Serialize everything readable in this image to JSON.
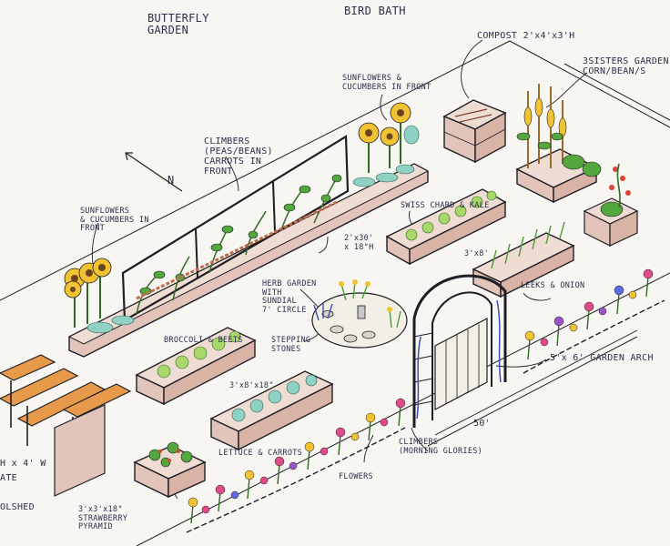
{
  "labels": {
    "butterfly_garden": "BUTTERFLY\nGARDEN",
    "bird_bath": "BIRD BATH",
    "compost": "COMPOST 2'x4'x3'H",
    "three_sisters": "3SISTERS GARDEN\nCORN/BEAN/S",
    "sunflowers_cucumbers_top": "SUNFLOWERS &\nCUCUMBERS IN FRONT",
    "climbers_peas": "CLIMBERS\n(PEAS/BEANS)\nCARROTS IN\nFRONT",
    "north": "N",
    "swiss_chard": "SWISS CHARD & KALE",
    "bed_2x30": "2'x30'\nx 18\"H",
    "sunflowers_left": "SUNFLOWERS\n& CUCUMBERS IN\nFRONT",
    "bed_3x8_right": "3'x8'",
    "leeks_onion": "LEEKS & ONION",
    "herb_garden": "HERB GARDEN\nWITH\nSUNDIAL\n7' CIRCLE",
    "stepping_stones": "STEPPING\nSTONES",
    "broccoli_beets": "BROCCOLI & BEETS",
    "bed_3x8_18": "3'x8'x18\"",
    "garden_arch": "5'x 6' GARDEN ARCH",
    "dim_50": "50'",
    "lettuce_carrots": "LETTUCE & CARROTS",
    "climbers_morning": "CLIMBERS\n(MORNING GLORIES)",
    "flowers": "FLOWERS",
    "strawberry": "3'x3'x18\"\nSTRAWBERRY\nPYRAMID",
    "tool_shed_dim": "H x 4' W",
    "tool_shed_gate": "ATE",
    "tool_shed_name": "OLSHED"
  },
  "colors": {
    "ink": "#1e1e24",
    "label_ink": "#2a2f4a",
    "wood": "#e2c4bb",
    "wood_dark": "#b98b7e",
    "leaf": "#52a83c",
    "leaf_light": "#a8d86a",
    "sunflower": "#f1c232",
    "water": "#8fd1c2",
    "orange_wood": "#e69a4a"
  }
}
